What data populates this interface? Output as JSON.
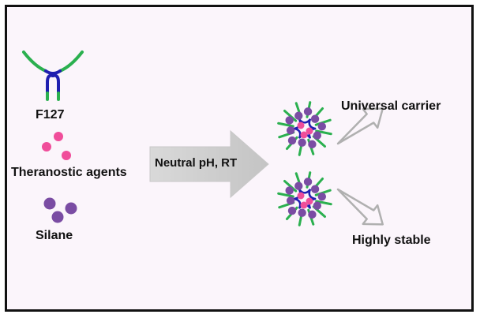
{
  "ingredients": {
    "f127": "F127",
    "agents": "Theranostic agents",
    "silane": "Silane"
  },
  "process": {
    "condition": "Neutral pH, RT"
  },
  "outcomes": {
    "universal": "Universal carrier",
    "stable": "Highly stable"
  },
  "colors": {
    "polymer_blue": "#1f1fb0",
    "polymer_green": "#2bb04f",
    "agent_pink": "#f04d9a",
    "silane_purple": "#7a4ca3",
    "arrow_gray": "#cfcfcf",
    "frame": "#111111",
    "background": "#fbf5fb"
  },
  "icons": [
    "f127-polymer-icon",
    "theranostic-agent-icon",
    "silane-icon",
    "nanoparticle-icon",
    "hollow-arrow-icon"
  ]
}
